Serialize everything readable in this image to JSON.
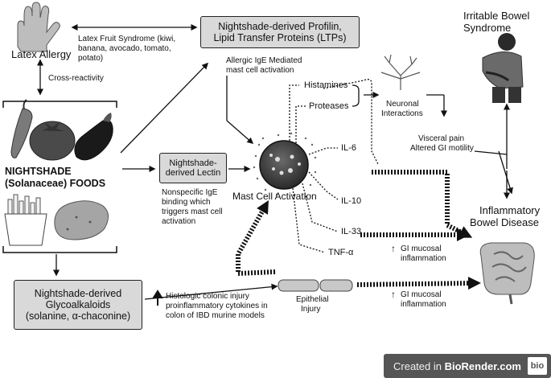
{
  "latex": {
    "allergy": "Latex Allergy",
    "fruit_syndrome_line1": "Latex Fruit Syndrome (kiwi,",
    "fruit_syndrome_line2": "banana, avocado, tomato,",
    "fruit_syndrome_line3": "potato)",
    "cross_reactivity": "Cross-reactivity"
  },
  "profilin_box": {
    "line1": "Nightshade-derived Profilin,",
    "line2": "Lipid Transfer Proteins (LTPs)"
  },
  "allergic_ige": {
    "line1": "Allergic IgE Mediated",
    "line2": "mast cell activation"
  },
  "ibs": {
    "line1": "Irritable Bowel",
    "line2": "Syndrome"
  },
  "nightshade_foods": {
    "line1": "NIGHTSHADE",
    "line2": "(Solanaceae) FOODS"
  },
  "lectin_box": {
    "line1": "Nightshade-",
    "line2": "derived Lectin"
  },
  "nonspecific_ige": {
    "line1": "Nonspecific IgE",
    "line2": "binding which",
    "line3": "triggers mast cell",
    "line4": "activation"
  },
  "mediators": {
    "histamines": "Histamines",
    "proteases": "Proteases",
    "neuronal_line1": "Neuronal",
    "neuronal_line2": "Interactions",
    "visceral_line1": "Visceral pain",
    "visceral_line2": "Altered GI motility"
  },
  "mast_cell": {
    "label": "Mast Cell Activation"
  },
  "cytokines": [
    "IL-6",
    "IL-10",
    "IL-33",
    "TNF-α"
  ],
  "ibd": {
    "line1": "Inflammatory",
    "line2": "Bowel Disease"
  },
  "gi_upper": {
    "arrow": "↑",
    "line1": "GI mucosal",
    "line2": "inflammation"
  },
  "gi_lower": {
    "arrow": "↑",
    "line1": "GI mucosal",
    "line2": "inflammation"
  },
  "glyco_box": {
    "line1": "Nightshade-derived",
    "line2": "Glycoalkaloids",
    "line3": "(solanine, α-chaconine)"
  },
  "histologic": {
    "line1": "Histologic colonic injury",
    "line2": "proinflammatory cytokines in",
    "line3": "colon of IBD murine models"
  },
  "epithelial": {
    "line1": "Epithelial",
    "line2": "Injury"
  },
  "badge": {
    "prefix": "Created in ",
    "brand": "BioRender.com",
    "logo": "bio"
  }
}
